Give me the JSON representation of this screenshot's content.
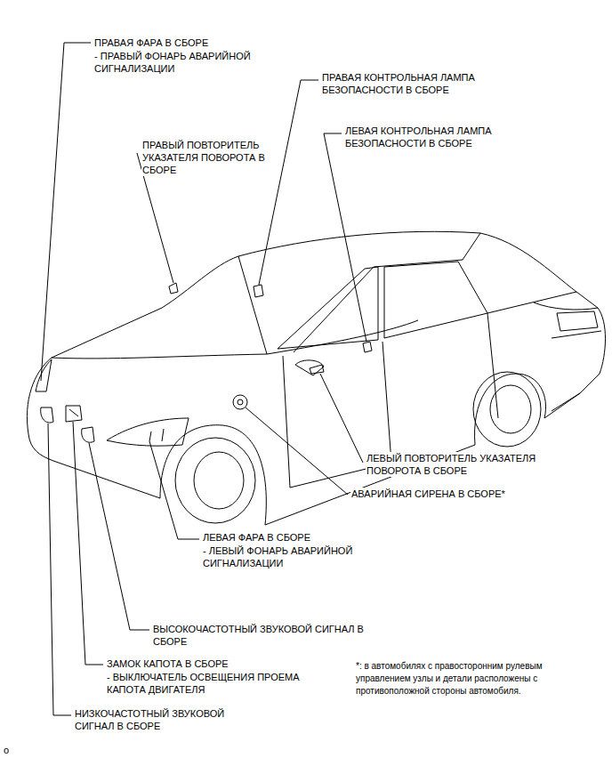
{
  "diagram": {
    "labels": [
      "ПРАВАЯ ФАРА В СБОРЕ",
      "- ПРАВЫЙ ФОНАРЬ АВАРИЙНОЙ СИГНАЛИЗАЦИИ",
      "ПРАВАЯ КОНТРОЛЬНАЯ ЛАМПА БЕЗОПАСНОСТИ В СБОРЕ",
      "ЛЕВАЯ КОНТРОЛЬНАЯ ЛАМПА БЕЗОПАСНОСТИ В СБОРЕ",
      "ПРАВЫЙ ПОВТОРИТЕЛЬ УКАЗАТЕЛЯ ПОВОРОТА В СБОРЕ",
      "ЛЕВЫЙ ПОВТОРИТЕЛЬ УКАЗАТЕЛЯ ПОВОРОТА В СБОРЕ",
      "АВАРИЙНАЯ СИРЕНА В СБОРЕ*",
      "ЛЕВАЯ ФАРА В СБОРЕ",
      "- ЛЕВЫЙ ФОНАРЬ АВАРИЙНОЙ СИГНАЛИЗАЦИИ",
      "ВЫСОКОЧАСТОТНЫЙ ЗВУКОВОЙ СИГНАЛ В СБОРЕ",
      "ЗАМОК КАПОТА В СБОРЕ",
      "- ВЫКЛЮЧАТЕЛЬ ОСВЕЩЕНИЯ ПРОЕМА КАПОТА ДВИГАТЕЛЯ",
      "*: в автомобилях с правосторонним рулевым управлением узлы и детали расположены с противоположной стороны автомобиля.",
      "НИЗКОЧАСТОТНЫЙ ЗВУКОВОЙ СИГНАЛ В СБОРЕ",
      "o"
    ]
  }
}
